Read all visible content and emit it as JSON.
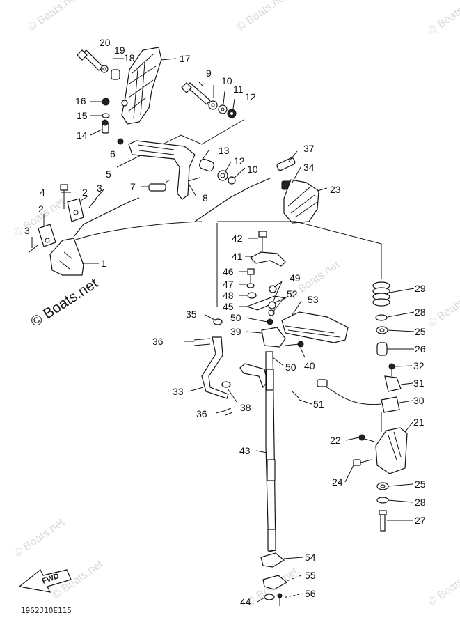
{
  "diagram": {
    "footer_code": "1962J10E115",
    "fwd_label": "FWD",
    "watermarks": {
      "small": "© Boats.net",
      "large": "© Boats.net"
    },
    "labels": {
      "p1": "1",
      "p2a": "2",
      "p2b": "2",
      "p3a": "3",
      "p3b": "3",
      "p4": "4",
      "p5": "5",
      "p6": "6",
      "p7": "7",
      "p8": "8",
      "p9": "9",
      "p10a": "10",
      "p10b": "10",
      "p11": "11",
      "p12a": "12",
      "p12b": "12",
      "p13": "13",
      "p14": "14",
      "p15": "15",
      "p16": "16",
      "p17": "17",
      "p18": "18",
      "p19": "19",
      "p20": "20",
      "p21": "21",
      "p22": "22",
      "p23": "23",
      "p24": "24",
      "p25a": "25",
      "p25b": "25",
      "p26": "26",
      "p27": "27",
      "p28a": "28",
      "p28b": "28",
      "p29": "29",
      "p30": "30",
      "p31": "31",
      "p32": "32",
      "p33": "33",
      "p34": "34",
      "p35": "35",
      "p36a": "36",
      "p36b": "36",
      "p37": "37",
      "p38": "38",
      "p39": "39",
      "p40": "40",
      "p41": "41",
      "p42": "42",
      "p43": "43",
      "p44": "44",
      "p45": "45",
      "p46": "46",
      "p47": "47",
      "p48": "48",
      "p49": "49",
      "p50a": "50",
      "p50b": "50",
      "p51": "51",
      "p52": "52",
      "p53": "53",
      "p54": "54",
      "p55": "55",
      "p56": "56"
    }
  }
}
